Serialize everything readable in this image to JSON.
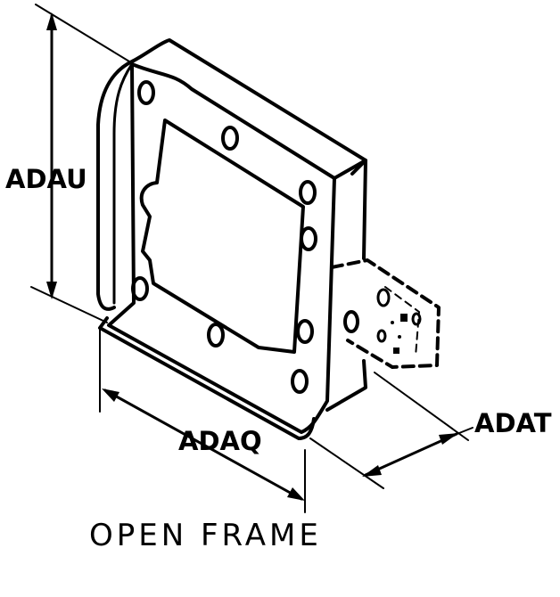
{
  "caption": "OPEN FRAME",
  "dimensions": {
    "height_label": "ADAU",
    "width_label": "ADAQ",
    "depth_label": "ADAT"
  }
}
